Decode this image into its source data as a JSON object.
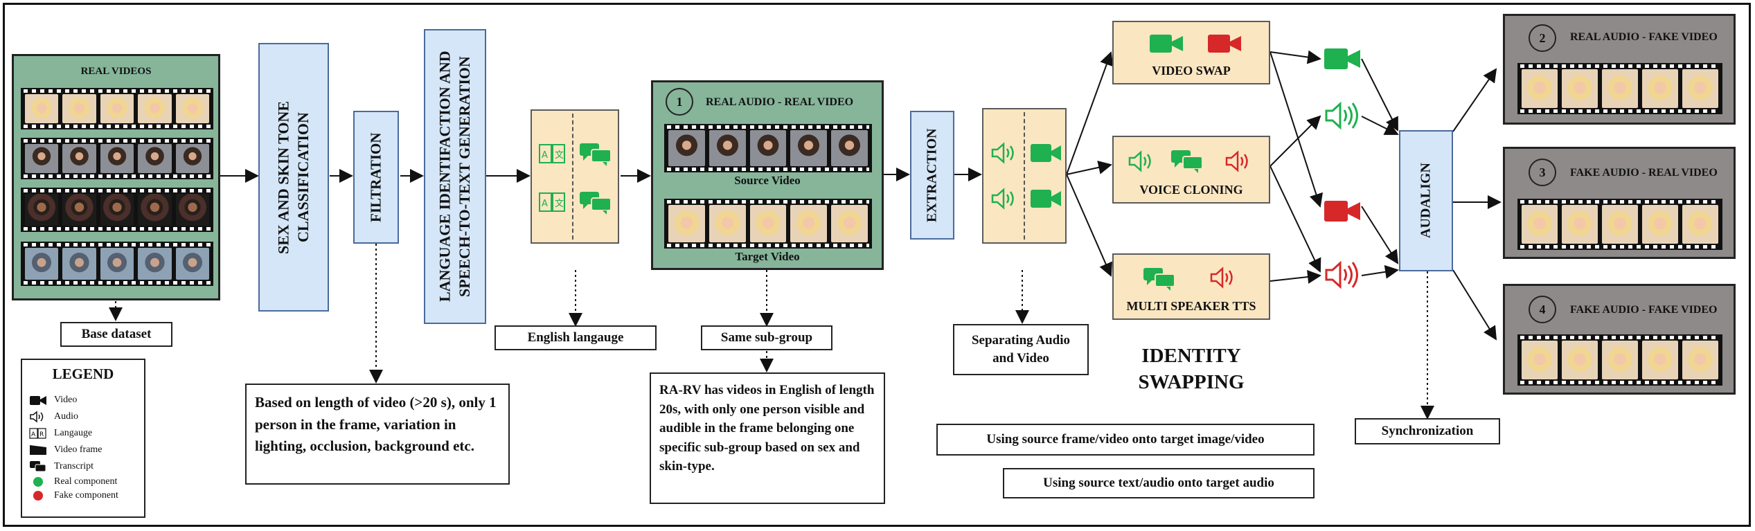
{
  "colors": {
    "real": "#1fb04f",
    "fake": "#d62828",
    "green_panel": "#86b59a",
    "gray_panel": "#8f8a8a",
    "blue_box": "#d4e6f7",
    "tan_box": "#fbe6c2"
  },
  "real_videos": {
    "title": "REAL VIDEOS",
    "caption": "Base dataset"
  },
  "steps": {
    "classification": "SEX AND SKIN TONE CLASSIFICATION",
    "filtration": "FILTRATION",
    "language": "LANGUAGE IDENTIFACTION AND SPEECH-TO-TEXT GENERATION",
    "extraction": "EXTRACTION",
    "audalign": "AUDALIGN"
  },
  "filtration_note": "Based on length of video (>20 s), only 1 person in the frame, variation in lighting, occlusion, background etc.",
  "english_label": "English langauge",
  "rarv": {
    "num": "1",
    "title": "REAL AUDIO - REAL VIDEO",
    "source": "Source Video",
    "target": "Target Video",
    "caption": "Same sub-group",
    "note": "RA-RV has videos in English of length 20s, with only one person visible and audible in the frame belonging one specific sub-group based on sex and skin-type."
  },
  "separating": "Separating Audio and Video",
  "swap_boxes": {
    "video_swap": "VIDEO SWAP",
    "voice_cloning": "VOICE CLONING",
    "tts": "MULTI SPEAKER TTS"
  },
  "identity": {
    "title": "IDENTITY SWAPPING",
    "note1": "Using source frame/video onto target image/video",
    "note2": "Using source text/audio onto target audio"
  },
  "sync": "Synchronization",
  "outputs": [
    {
      "num": "2",
      "title": "REAL AUDIO - FAKE VIDEO"
    },
    {
      "num": "3",
      "title": "FAKE AUDIO - REAL VIDEO"
    },
    {
      "num": "4",
      "title": "FAKE AUDIO - FAKE VIDEO"
    }
  ],
  "legend": {
    "title": "LEGEND",
    "items": [
      {
        "icon": "video-camera-icon",
        "label": "Video"
      },
      {
        "icon": "audio-speaker-icon",
        "label": "Audio"
      },
      {
        "icon": "language-icon",
        "label": "Langauge"
      },
      {
        "icon": "video-frame-icon",
        "label": "Video frame"
      },
      {
        "icon": "transcript-icon",
        "label": "Transcript"
      },
      {
        "icon": "real-dot-icon",
        "label": "Real component"
      },
      {
        "icon": "fake-dot-icon",
        "label": "Fake component"
      }
    ]
  }
}
